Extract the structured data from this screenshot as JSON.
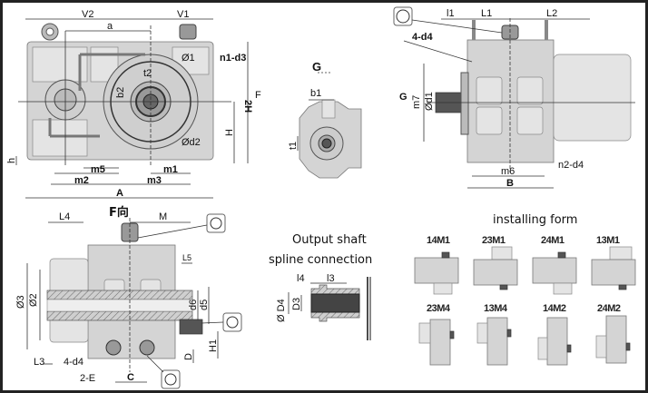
{
  "front_view": {
    "labels": {
      "V2": "V2",
      "V1": "V1",
      "a": "a",
      "d1": "Ø1",
      "n1_d3": "n1-d3",
      "t2": "t2",
      "b2": "b2",
      "two_H": "2H",
      "F": "F",
      "H": "H",
      "d2": "Ød2",
      "h": "h",
      "m5": "m5",
      "m1": "m1",
      "m2": "m2",
      "m3": "m3",
      "A": "A"
    }
  },
  "side_view_G": {
    "title": "G",
    "labels": {
      "b1": "b1",
      "t1": "t1"
    }
  },
  "top_view": {
    "labels": {
      "l1": "l1",
      "L1": "L1",
      "L2": "L2",
      "four_d4": "4-d4",
      "G": "G",
      "m7": "m7",
      "d1": "Ød1",
      "n2_d4": "n2-d4",
      "m6": "m6",
      "B": "B"
    }
  },
  "f_view": {
    "title": "F向",
    "labels": {
      "L4": "L4",
      "M": "M",
      "L5": "L5",
      "d3": "Ø3",
      "d2": "Ø2",
      "d6": "d6",
      "d5": "d5",
      "H1": "H1",
      "D": "D",
      "L3": "L3",
      "four_d4": "4-d4",
      "two_E": "2-E",
      "C": "C"
    }
  },
  "spline": {
    "title_line1": "Output shaft",
    "title_line2": "spline connection",
    "labels": {
      "l4": "l4",
      "l3": "l3",
      "D4": "Ø D4",
      "D3": "D3"
    }
  },
  "installing_form": {
    "title": "installing form",
    "row1": [
      "14M1",
      "23M1",
      "24M1",
      "13M1"
    ],
    "row2": [
      "23M4",
      "13M4",
      "14M2",
      "24M2"
    ]
  },
  "colors": {
    "border": "#222222",
    "body": "#d4d4d4",
    "line": "#333333"
  }
}
